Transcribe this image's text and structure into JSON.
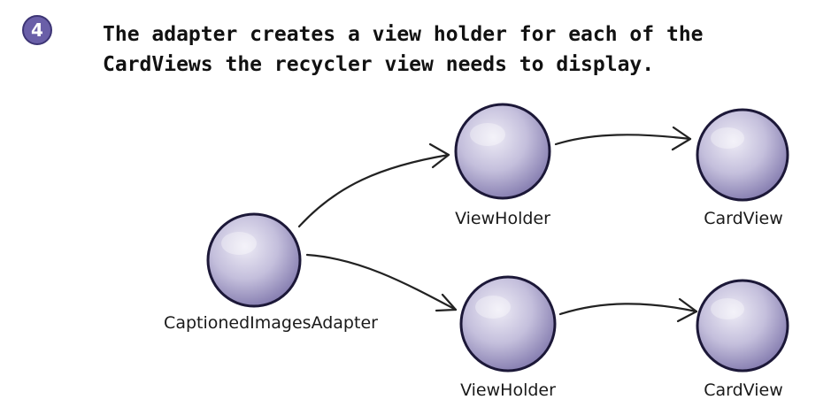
{
  "step": {
    "number": "4",
    "text_line1": "The adapter creates a view holder for each of the",
    "text_line2": "CardViews the recycler view needs to display."
  },
  "nodes": {
    "adapter": "CaptionedImagesAdapter",
    "viewholder_top": "ViewHolder",
    "viewholder_bottom": "ViewHolder",
    "cardview_top": "CardView",
    "cardview_bottom": "CardView"
  },
  "colors": {
    "node_fill_center": "#e6e3f1",
    "node_fill_edge": "#8e86b6",
    "node_stroke": "#1c1838",
    "badge_fill": "#6a5fa8",
    "arrow": "#222222"
  }
}
